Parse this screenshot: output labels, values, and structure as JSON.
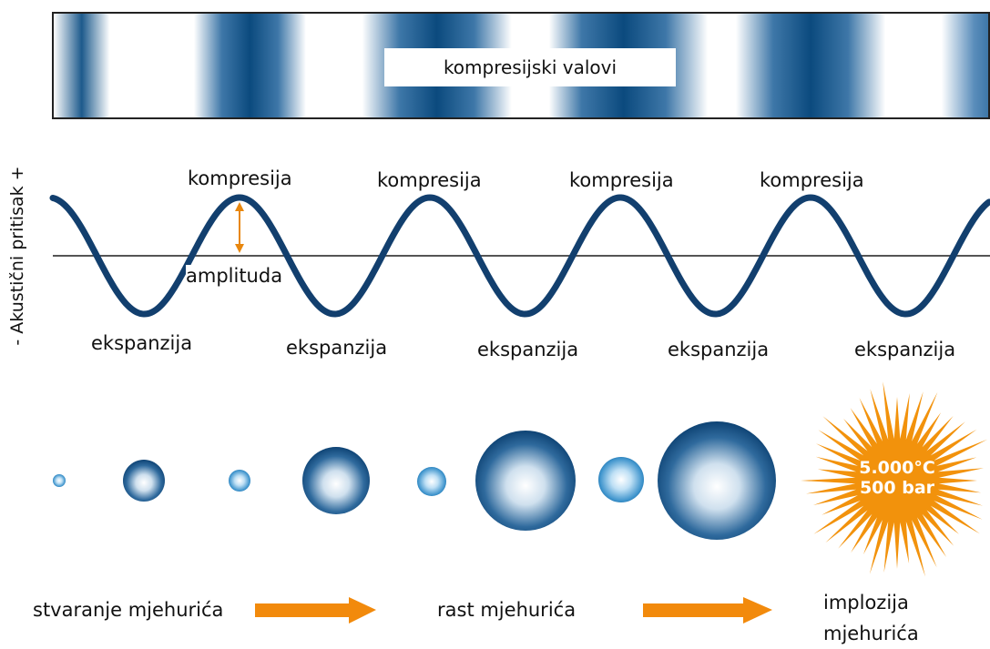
{
  "band": {
    "label": "kompresijski valovi"
  },
  "axis": {
    "label": "- Akustični pritisak +"
  },
  "wave": {
    "compression_labels": [
      "kompresija",
      "kompresija",
      "kompresija",
      "kompresija"
    ],
    "expansion_labels": [
      "ekspanzija",
      "ekspanzija",
      "ekspanzija",
      "ekspanzija",
      "ekspanzija"
    ],
    "amplitude_label": "amplituda"
  },
  "implosion": {
    "temperature": "5.000°C",
    "pressure": "500 bar"
  },
  "captions": {
    "formation": "stvaranje mjehurića",
    "growth": "rast mjehurića",
    "implosion_line1": "implozija",
    "implosion_line2": "mjehurića"
  },
  "colors": {
    "wave": "#123f6e",
    "band_dark": "#0b4a7e",
    "arrow": "#f28a0c",
    "burst": "#f2920c"
  }
}
